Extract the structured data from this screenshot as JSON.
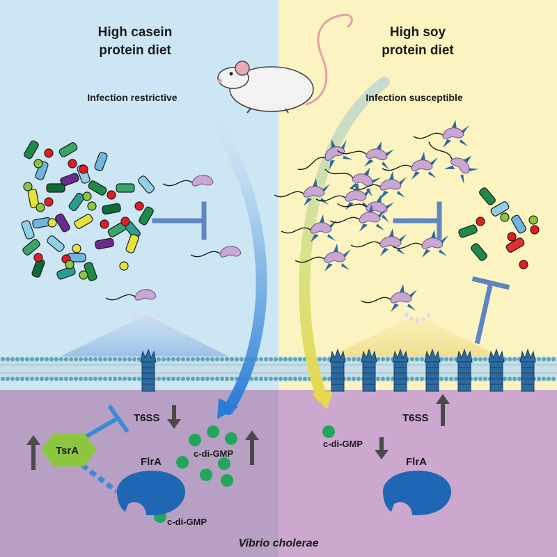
{
  "panels": {
    "left": {
      "title_line1": "High casein",
      "title_line2": "protein diet",
      "status": "Infection restrictive",
      "cdigmp_top": "c-di-GMP",
      "t6ss": "T6SS",
      "tsra": "TsrA",
      "flra": "FlrA",
      "cdigmp_bottom": "c-di-GMP"
    },
    "right": {
      "title_line1": "High soy",
      "title_line2": "protein diet",
      "status": "Infection susceptible",
      "t6ss": "T6SS",
      "cdigmp": "c-di-GMP",
      "flra": "FlrA"
    }
  },
  "footer": {
    "organism": "Vibrio cholerae"
  },
  "colors": {
    "left_bg": "#cde6f4",
    "right_bg": "#fbf4c0",
    "cell_interior": "#c4a6cc",
    "membrane": "#5aa6b8",
    "secretion_system": "#2c6aa0",
    "inhibitor": "#5f86c4",
    "arrow_gray": "#4a4a4a",
    "c_di_gmp": "#21a65a",
    "tsra": "#8cc63f",
    "flra": "#1f67b4",
    "vibrio": "#c9a6d3"
  },
  "icons": [
    "mouse-icon",
    "vibrio-bacterium-icon",
    "microbiota-cluster-icon",
    "t6ss-icon",
    "inhibition-icon",
    "up-arrow-icon",
    "down-arrow-icon"
  ]
}
